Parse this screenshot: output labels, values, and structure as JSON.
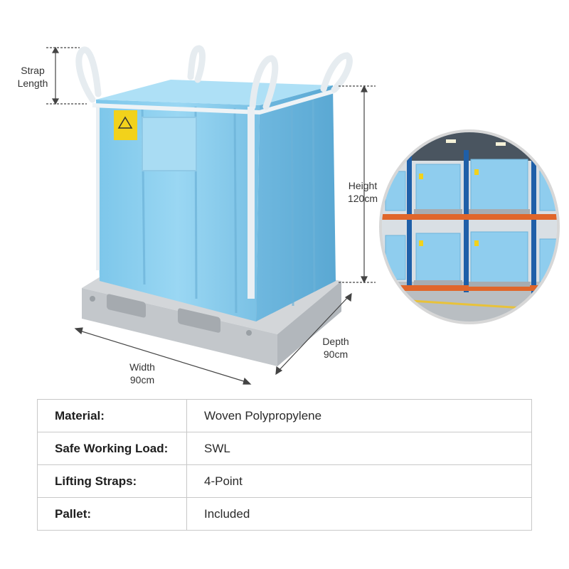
{
  "dimensions": {
    "strap_length_label": [
      "Strap",
      "Length"
    ],
    "height_label": [
      "Height",
      "120cm"
    ],
    "width_label": [
      "Width",
      "90cm"
    ],
    "depth_label": [
      "Depth",
      "90cm"
    ]
  },
  "colors": {
    "bag": "#8fd0ef",
    "strap": "#e9eef2",
    "pallet": "#c7cbcf",
    "warning_tag": "#f2d21b",
    "rack_beam": "#e0662a",
    "rack_upright": "#1f5fa8"
  },
  "specs": [
    {
      "label": "Material:",
      "value": "Woven Polypropylene"
    },
    {
      "label": "Safe Working Load:",
      "value": "SWL"
    },
    {
      "label": "Lifting Straps:",
      "value": "4-Point"
    },
    {
      "label": "Pallet:",
      "value": "Included"
    }
  ]
}
